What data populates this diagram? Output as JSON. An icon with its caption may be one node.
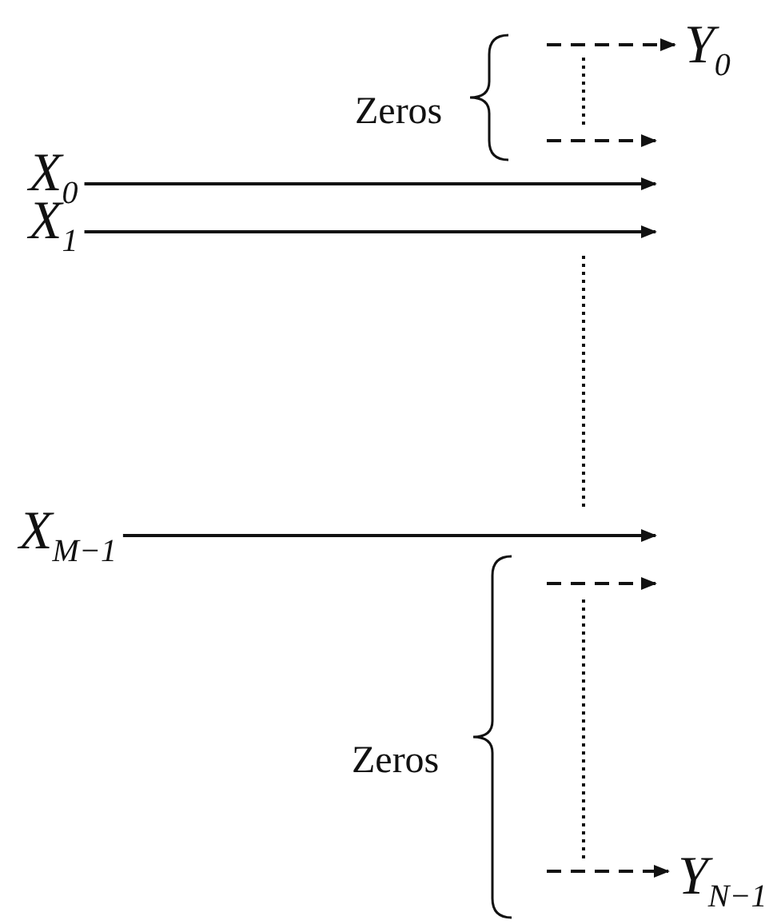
{
  "diagram": {
    "nodes": [
      {
        "text": [
          "X$_{0}$"
        ]
      },
      {
        "text": [
          "X$_{1}$"
        ]
      },
      {
        "text": [
          "X$_{M−1}$"
        ]
      },
      {
        "text": [
          "Y$_{0}$"
        ]
      },
      {
        "text": [
          "Y$_{N−1}$"
        ]
      }
    ],
    "edges": [
      {
        "from": 0,
        "to": null,
        "arrow": "to"
      },
      {
        "from": 1,
        "to": null,
        "arrow": "to"
      },
      {
        "from": 2,
        "to": null,
        "arrow": "to"
      },
      {
        "from": null,
        "to": 3,
        "arrow": "to",
        "style": "dashed"
      },
      {
        "from": null,
        "to": 4,
        "arrow": "to",
        "style": "dashed"
      }
    ],
    "labels": [
      "Zeros",
      "Zeros"
    ]
  }
}
